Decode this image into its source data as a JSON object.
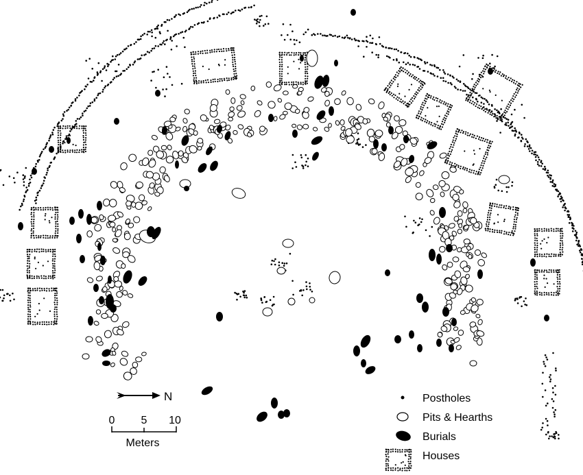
{
  "map": {
    "north_arrow_label": "N",
    "scale": {
      "ticks": [
        "0",
        "5",
        "10"
      ],
      "unit_label": "Meters"
    },
    "legend": [
      {
        "label": "Postholes",
        "symbol": "posthole"
      },
      {
        "label": "Pits & Hearths",
        "symbol": "pit"
      },
      {
        "label": "Burials",
        "symbol": "burial"
      },
      {
        "label": "Houses",
        "symbol": "house"
      }
    ],
    "colors": {
      "ink": "#000000",
      "paper": "#ffffff"
    }
  }
}
